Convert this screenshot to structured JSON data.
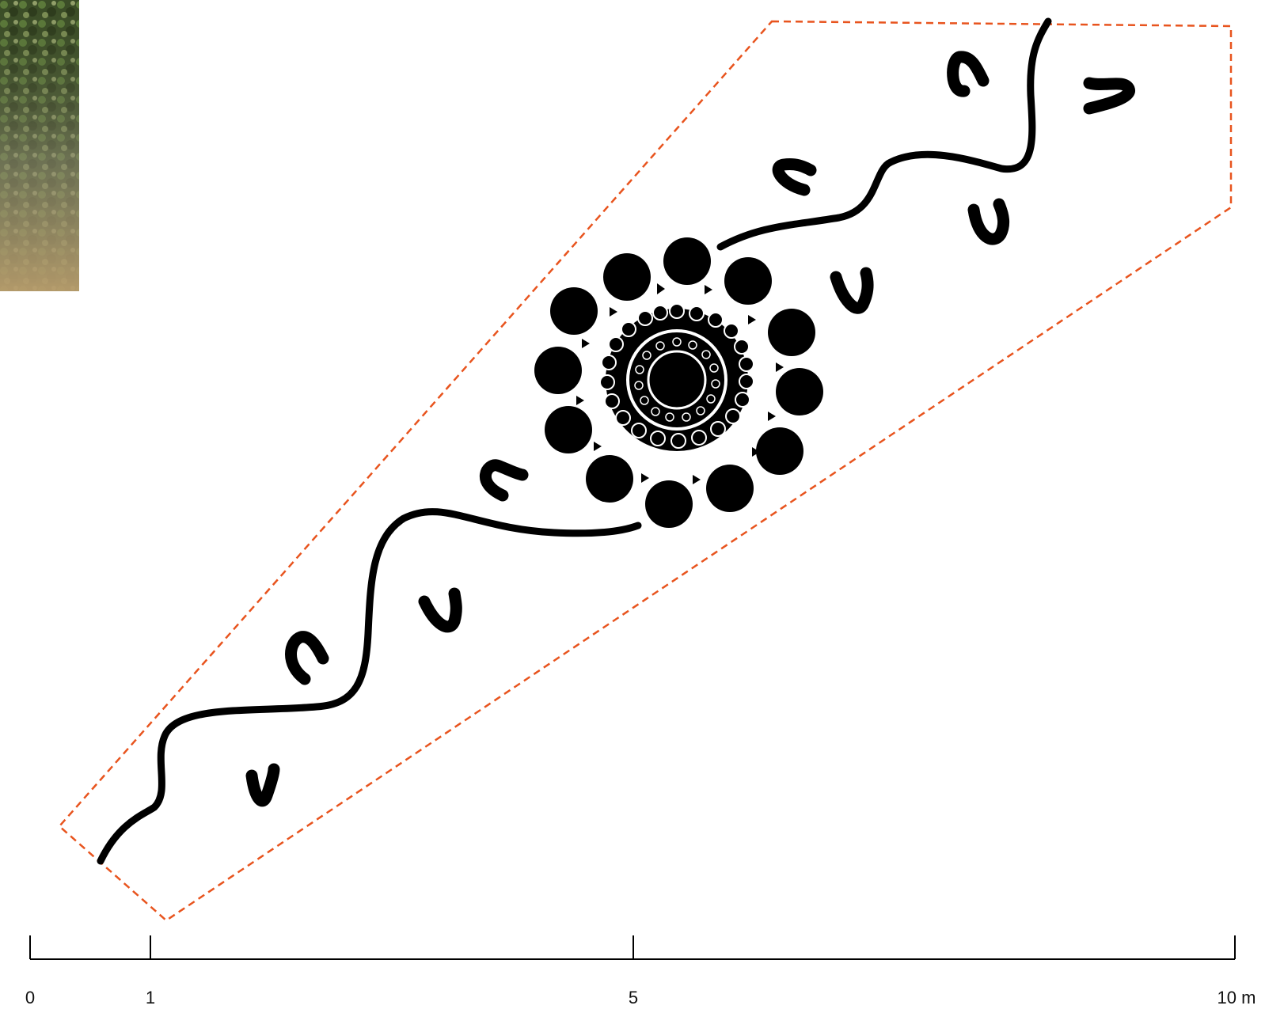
{
  "scale_bar": {
    "ticks": [
      "0",
      "1",
      "5",
      "10 m"
    ],
    "unit": "m"
  },
  "colors": {
    "boundary": "#e8541e",
    "ink": "#000000",
    "background": "#ffffff",
    "photo": [
      "#2f3d1f",
      "#4f6a34",
      "#8d8a72",
      "#b79f72"
    ]
  },
  "elements": {
    "boundary": "dashed-orange-outline",
    "path": "winding-black-line",
    "centre": "concentric-circle-motif",
    "tracks": "u-shaped-marks",
    "photo": "vegetation-photo-crop"
  }
}
